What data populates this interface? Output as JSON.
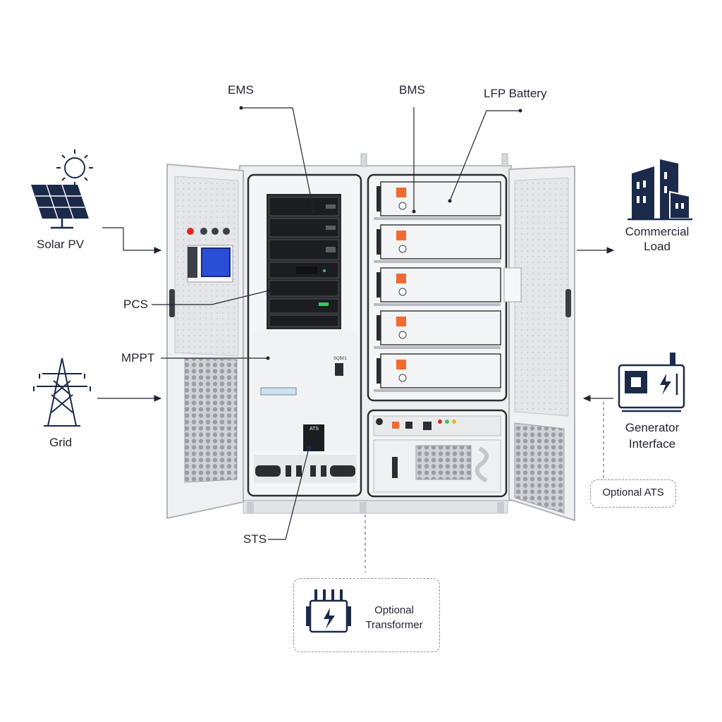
{
  "labels": {
    "ems": "EMS",
    "bms": "BMS",
    "lfp_battery": "LFP Battery",
    "solar_pv": "Solar PV",
    "pcs": "PCS",
    "mppt": "MPPT",
    "grid": "Grid",
    "sts": "STS",
    "commercial_load_line1": "Commercial",
    "commercial_load_line2": "Load",
    "generator_line1": "Generator",
    "generator_line2": "Interface",
    "optional_ats": "Optional ATS",
    "optional_transformer_line1": "Optional",
    "optional_transformer_line2": "Transformer"
  },
  "cabinet_markings": {
    "breaker_tag": "SQ501",
    "ats_tag": "ATS"
  },
  "icons": [
    "sun-icon",
    "solar-panel-icon",
    "transmission-tower-icon",
    "building-icon",
    "generator-icon",
    "transformer-icon"
  ],
  "colors": {
    "line": "#1f2433",
    "icon_navy": "#1b2a4a",
    "module_orange": "#f26a2e",
    "hmi_blue": "#2a4fd6",
    "cabinet_grey": "#eceef0",
    "rack_black": "#202326"
  },
  "battery_modules": 5,
  "pcs_rack_units": 7
}
